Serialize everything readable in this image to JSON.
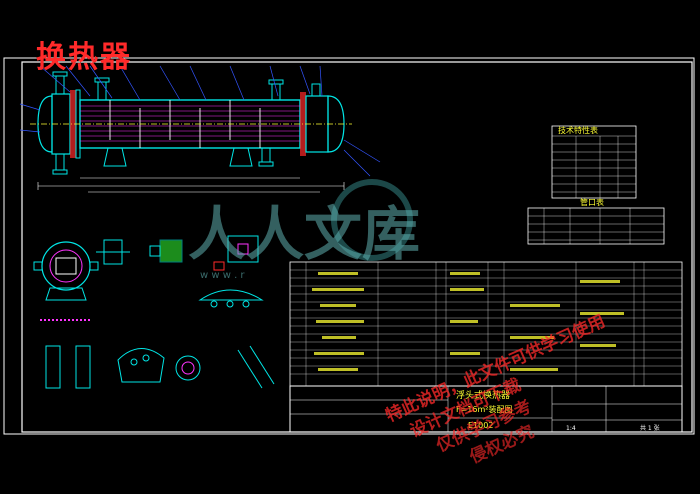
{
  "page_title": "换热器",
  "watermark": {
    "brand": "人人文库",
    "url_fragment": "w w w . r",
    "stamp_lines": [
      "特此说明，此文件可供学习使用",
      "设计文档可下载",
      "仅供学习参考",
      "侵权必究"
    ]
  },
  "tech_table": {
    "title": "技术特性表"
  },
  "nozzle_table": {
    "title": "管口表"
  },
  "title_block": {
    "name_line1": "浮头式换热器",
    "name_line2": "F=16m²装配图",
    "drawing_no": "E1002",
    "scale": "1:4",
    "sheet": "共 1 张"
  },
  "colors": {
    "background": "#000000",
    "frame": "#ffffff",
    "outline": "#00e5e5",
    "accent": "#ff2a2a",
    "highlight": "#ffff33",
    "hatch": "#ff33ff",
    "detail_green": "#33ff33",
    "label_blue": "#3355ff"
  }
}
